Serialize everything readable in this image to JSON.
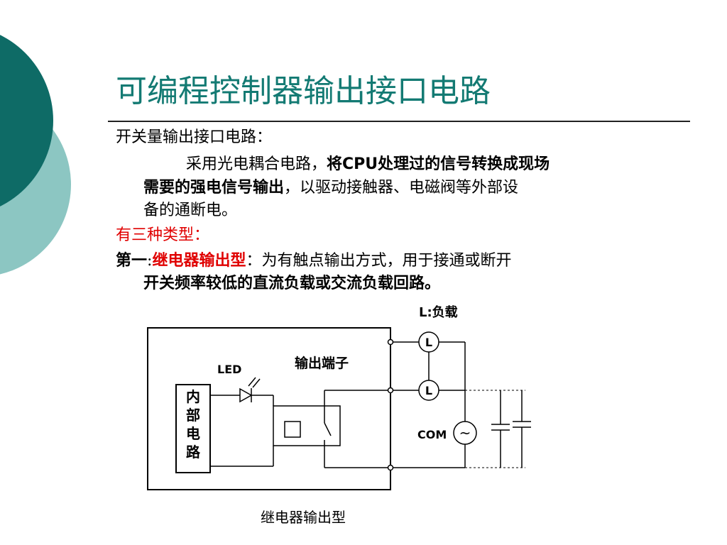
{
  "title": "可编程控制器输出接口电路",
  "colors": {
    "title": "#137a73",
    "deco_dark": "#0e6b66",
    "deco_light": "#8cc6c2",
    "type_red": "#e00000"
  },
  "body": {
    "heading": "开关量输出接口电路：",
    "para_plain_1": "采用光电耦合电路，",
    "para_bold_1": "将CPU处理过的信号转换成现场",
    "para_bold_2": "需要的强电信号输出",
    "para_plain_2": "，以驱动接触器、电磁阀等外部设",
    "para_plain_3": "备的通断电。",
    "types_intro": "有三种类型：",
    "first_label": "第一",
    "first_colon": ":",
    "first_type": "继电器输出型",
    "first_desc": "：为有触点输出方式，用于接通或断开",
    "first_desc_2": "开关频率较低的直流负载或交流负载回路。"
  },
  "diagram": {
    "load_label": "L:负载",
    "led_label": "LED",
    "terminal_label": "输出端子",
    "internal_circuit": [
      "内",
      "部",
      "电",
      "路"
    ],
    "load_symbol": "L",
    "com_label": "COM",
    "ac_source_symbol": "~",
    "caption": "继电器输出型"
  }
}
